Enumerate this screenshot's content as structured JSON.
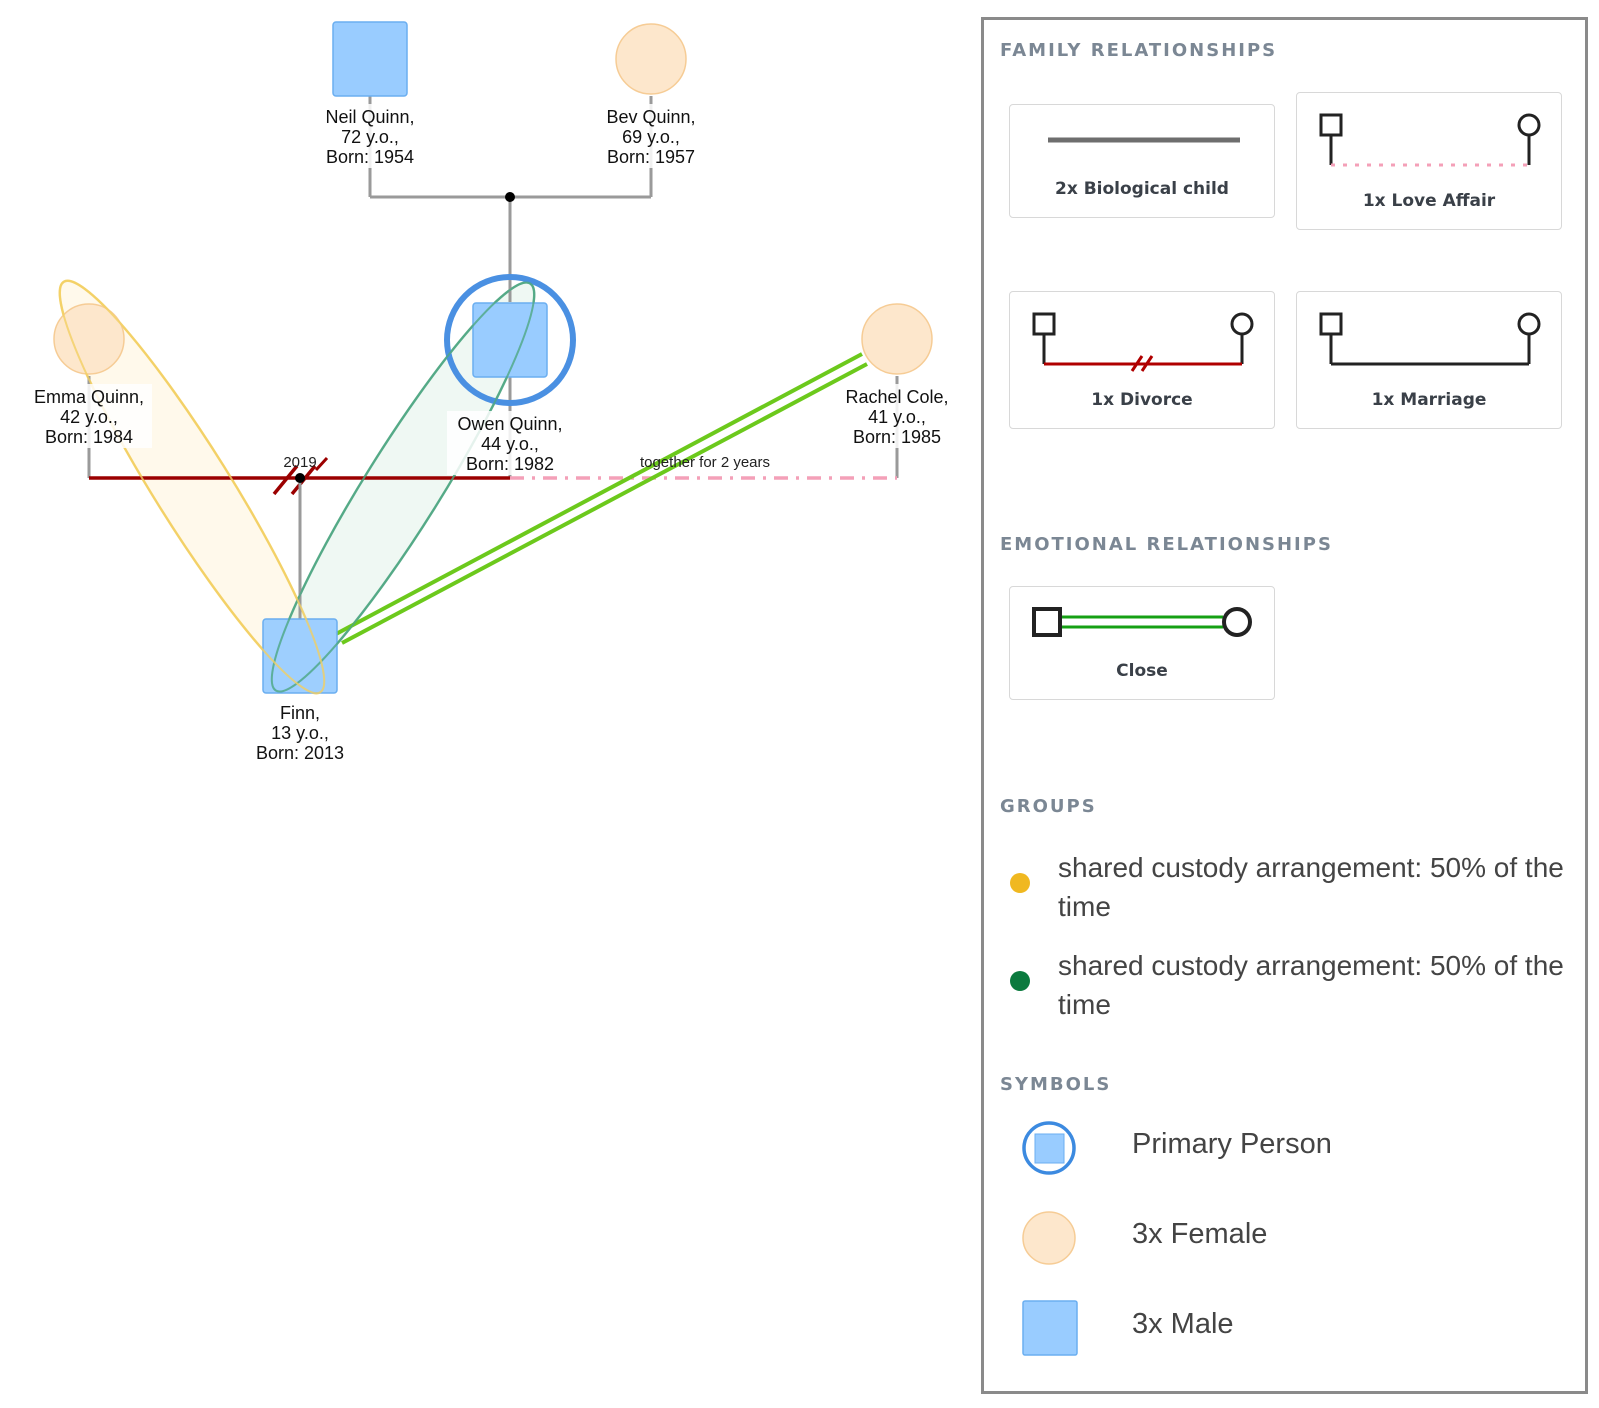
{
  "people": [
    {
      "id": "neil",
      "name": "Neil Quinn,",
      "age": "72 y.o.,",
      "born": "Born: 1954",
      "sex": "male",
      "primary": false
    },
    {
      "id": "bev",
      "name": "Bev Quinn,",
      "age": "69 y.o.,",
      "born": "Born: 1957",
      "sex": "female",
      "primary": false
    },
    {
      "id": "emma",
      "name": "Emma Quinn,",
      "age": "42 y.o.,",
      "born": "Born: 1984",
      "sex": "female",
      "primary": false
    },
    {
      "id": "owen",
      "name": "Owen Quinn,",
      "age": "44 y.o.,",
      "born": "Born: 1982",
      "sex": "male",
      "primary": true
    },
    {
      "id": "rachel",
      "name": "Rachel Cole,",
      "age": "41 y.o.,",
      "born": "Born: 1985",
      "sex": "female",
      "primary": false
    },
    {
      "id": "finn",
      "name": "Finn,",
      "age": "13 y.o.,",
      "born": "Born: 2013",
      "sex": "male",
      "primary": false
    }
  ],
  "relationships": {
    "divorce_year": "2019",
    "love_affair_label": "together for 2 years"
  },
  "colors": {
    "male_fill": "#99ccff",
    "male_stroke": "#6aaef0",
    "female_fill": "#fde7cc",
    "female_stroke": "#f6cc95",
    "primary_ring": "#4a90e2",
    "parent_line": "#9a9a9a",
    "divorce_line": "#9b0000",
    "love_affair_line": "#f4a0b8",
    "close_line": "#6cc91c",
    "group_yellow": "#f0b820",
    "group_green": "#0b7a3e"
  },
  "legend": {
    "family_title": "FAMILY RELATIONSHIPS",
    "family_items": {
      "bio_child": "2x Biological child",
      "love_affair": "1x Love Affair",
      "divorce": "1x Divorce",
      "marriage": "1x Marriage"
    },
    "emotional_title": "EMOTIONAL RELATIONSHIPS",
    "emotional_items": {
      "close": "Close"
    },
    "groups_title": "GROUPS",
    "groups": [
      {
        "label": "shared custody arrangement: 50% of the time",
        "color": "#f0b820"
      },
      {
        "label": "shared custody arrangement: 50% of the time",
        "color": "#0b7a3e"
      }
    ],
    "symbols_title": "SYMBOLS",
    "symbols": {
      "primary": "Primary Person",
      "female": "3x Female",
      "male": "3x Male"
    }
  }
}
